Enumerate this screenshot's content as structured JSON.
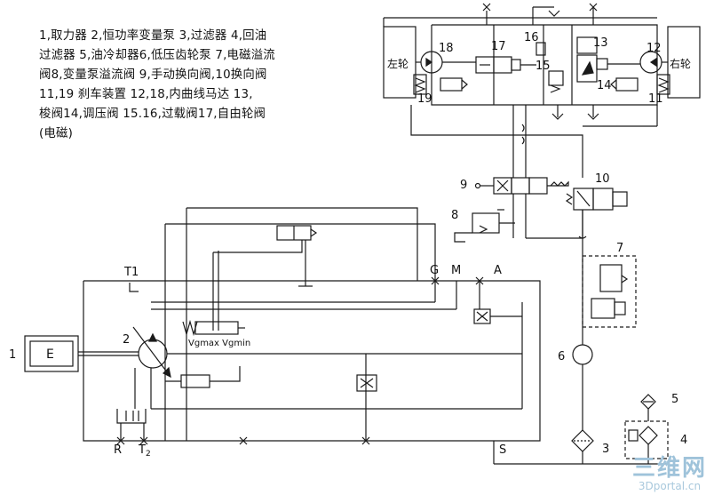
{
  "legend": {
    "line1": "1,取力器 2,恒功率变量泵 3,过滤器 4,回油",
    "line2": "过滤器 5,油冷却器6,低压齿轮泵 7,电磁溢流",
    "line3": "阀8,变量泵溢流阀 9,手动换向阀,10换向阀",
    "line4": "11,19 刹车装置 12,18,内曲线马达 13,",
    "line5": "梭阀14,调压阀 15.16,过载阀17,自由轮阀",
    "line6": "(电磁)"
  },
  "labels": {
    "left_wheel": "左轮",
    "right_wheel": "右轮",
    "engine": "E",
    "n1": "1",
    "n2": "2",
    "n3": "3",
    "n4": "4",
    "n5": "5",
    "n6": "6",
    "n7": "7",
    "n8": "8",
    "n9": "9",
    "n10": "10",
    "n11": "11",
    "n12": "12",
    "n13": "13",
    "n14": "14",
    "n15": "15",
    "n16": "16",
    "n17": "17",
    "n18": "18",
    "n19": "19",
    "port_t1": "T1",
    "port_g": "G",
    "port_m": "M",
    "port_a": "A",
    "port_r": "R",
    "port_t2": "T",
    "port_t2_sub": "2",
    "port_s": "S",
    "vg_label": "Vgmax Vgmin"
  },
  "watermark": {
    "brand": "三维网",
    "url": "3Dportal.cn"
  },
  "colors": {
    "line": "#1a1a1a",
    "watermark": "#9fc3da"
  }
}
